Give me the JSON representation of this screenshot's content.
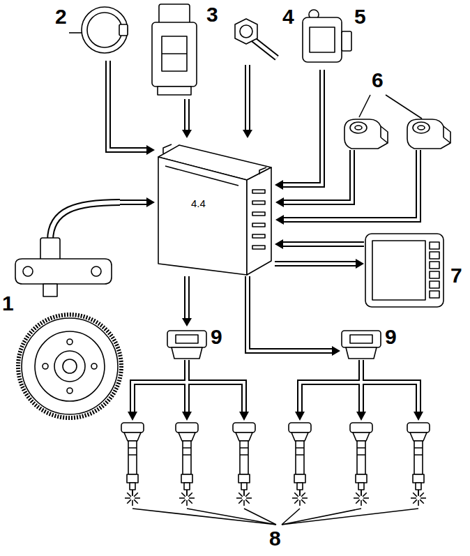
{
  "diagram": {
    "nodes": [
      {
        "text": [
          "4.4"
        ]
      },
      {
        "text": [
          "1"
        ]
      },
      {
        "text": [
          "2"
        ]
      },
      {
        "text": [
          "3"
        ]
      },
      {
        "text": [
          "4"
        ]
      },
      {
        "text": [
          "5"
        ]
      },
      {
        "text": [
          "7"
        ]
      },
      {
        "text": [
          "9"
        ]
      },
      {
        "text": [
          "9"
        ]
      }
    ],
    "edges": [
      {
        "from": 1,
        "to": 0,
        "arrow": "to"
      },
      {
        "from": 2,
        "to": 0,
        "arrow": "to"
      },
      {
        "from": 3,
        "to": 0,
        "arrow": "to"
      },
      {
        "from": 4,
        "to": 0,
        "arrow": "to"
      },
      {
        "from": 5,
        "to": 0,
        "arrow": "to"
      },
      {
        "from": 6,
        "to": 0,
        "arrow": "to"
      },
      {
        "from": 0,
        "to": 6,
        "arrow": "to"
      },
      {
        "from": 0,
        "to": 7,
        "arrow": "to"
      },
      {
        "from": 0,
        "to": 8,
        "arrow": "to"
      }
    ],
    "labels": [
      "6",
      "8"
    ]
  }
}
